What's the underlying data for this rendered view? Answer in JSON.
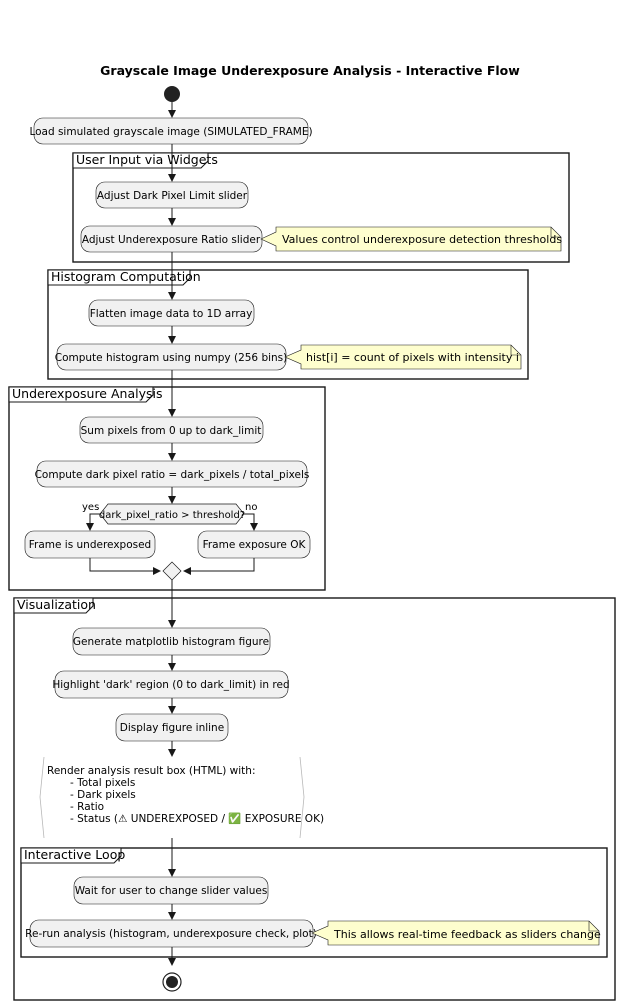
{
  "title": "Grayscale Image Underexposure Analysis - Interactive Flow",
  "frames": {
    "user_input": "User Input via Widgets",
    "histogram": "Histogram Computation",
    "underexposure": "Underexposure Analysis",
    "visualization": "Visualization",
    "loop": "Interactive Loop"
  },
  "nodes": {
    "load": "Load simulated grayscale image (SIMULATED_FRAME)",
    "adjust_dark": "Adjust Dark Pixel Limit slider",
    "adjust_ratio": "Adjust Underexposure Ratio slider",
    "flatten": "Flatten image data to 1D array",
    "compute_hist": "Compute histogram using numpy (256 bins)",
    "sum_pixels": "Sum pixels from 0 up to dark_limit",
    "compute_ratio": "Compute dark pixel ratio = dark_pixels / total_pixels",
    "underexposed": "Frame is underexposed",
    "exposure_ok": "Frame exposure OK",
    "generate_fig": "Generate matplotlib histogram figure",
    "highlight": "Highlight 'dark' region (0 to dark_limit) in red",
    "display": "Display figure inline",
    "wait": "Wait for user to change slider values",
    "rerun": "Re-run analysis (histogram, underexposure check, plot)"
  },
  "render_box": {
    "line1": "Render analysis result box (HTML) with:",
    "line2": "- Total pixels",
    "line3": "- Dark pixels",
    "line4": "- Ratio",
    "line5": "- Status (⚠ UNDEREXPOSED / ✅ EXPOSURE OK)"
  },
  "decision": {
    "condition": "dark_pixel_ratio > threshold?",
    "yes_label": "yes",
    "no_label": "no"
  },
  "notes": {
    "thresholds": "Values control underexposure detection thresholds",
    "hist_def": "hist[i] = count of pixels with intensity i",
    "realtime": "This allows real-time feedback as sliders change"
  }
}
